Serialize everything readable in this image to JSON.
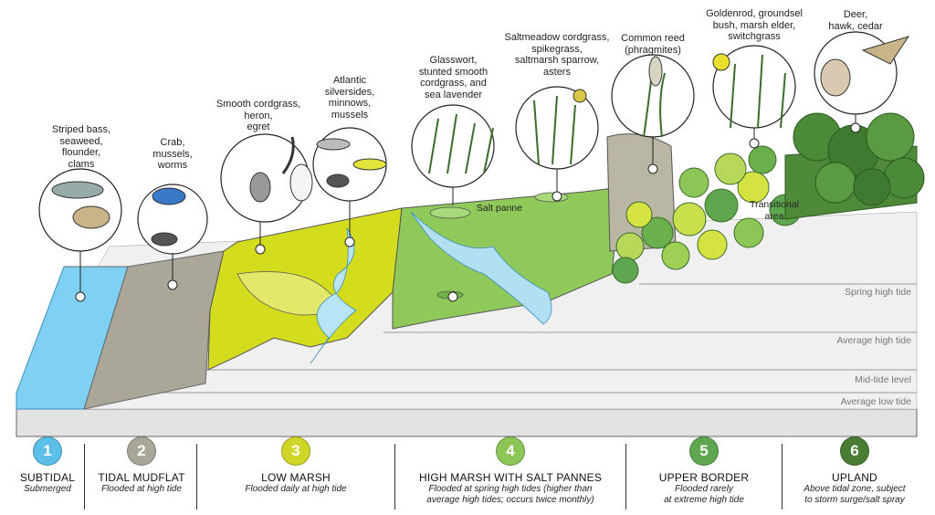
{
  "species": [
    {
      "text": "Striped bass,\nseaweed,\nflounder,\nclams"
    },
    {
      "text": "Crab,\nmussels,\nworms"
    },
    {
      "text": "Smooth cordgrass,\nheron,\negret"
    },
    {
      "text": "Atlantic\nsilversides,\nminnows,\nmussels"
    },
    {
      "text": "Glasswort,\nstunted smooth\ncordgrass, and\nsea lavender"
    },
    {
      "text": "Saltmeadow cordgrass,\nspikegrass,\nsaltmarsh sparrow,\nasters"
    },
    {
      "text": "Common reed\n(phragmites)"
    },
    {
      "text": "Goldenrod, groundsel\nbush, marsh elder,\nswitchgrass"
    },
    {
      "text": "Deer,\nhawk, cedar"
    }
  ],
  "inline_labels": {
    "salt_panne": "Salt panne",
    "transitional": "Transitional\narea"
  },
  "tides": [
    "Spring high tide",
    "Average high tide",
    "Mid-tide level",
    "Average low tide"
  ],
  "zones": [
    {
      "num": "1",
      "name": "SUBTIDAL",
      "desc": "Submerged",
      "color": "#5bbfe8"
    },
    {
      "num": "2",
      "name": "TIDAL MUDFLAT",
      "desc": "Flooded at high tide",
      "color": "#a9a79a"
    },
    {
      "num": "3",
      "name": "LOW MARSH",
      "desc": "Flooded daily at high tide",
      "color": "#cfd628"
    },
    {
      "num": "4",
      "name": "HIGH MARSH WITH SALT PANNES",
      "desc": "Flooded at spring high tides (higher than\naverage high tides; occurs twice monthly)",
      "color": "#8cc657"
    },
    {
      "num": "5",
      "name": "UPPER BORDER",
      "desc": "Flooded rarely\nat extreme high tide",
      "color": "#5ea64f"
    },
    {
      "num": "6",
      "name": "UPLAND",
      "desc": "Above tidal zone, subject\nto storm surge/salt spray",
      "color": "#4a7d34"
    }
  ]
}
